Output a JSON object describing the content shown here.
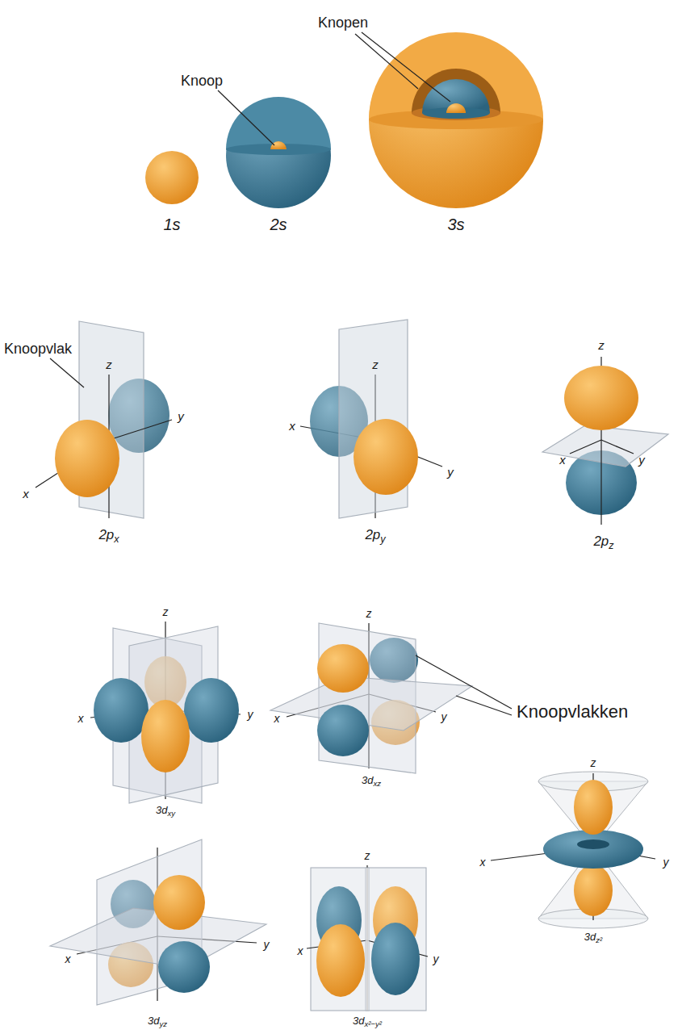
{
  "diagram": {
    "labels": [
      "Knopen",
      "Knoop",
      "1s",
      "2s",
      "3s",
      "Knoopvlak",
      "z",
      "x",
      "y",
      "2px",
      "z",
      "x",
      "y",
      "2py",
      "z",
      "x",
      "y",
      "2pz",
      "z",
      "x",
      "y",
      "3dxy",
      "z",
      "x",
      "y",
      "3dxz",
      "Knoopvlakken",
      "z",
      "x",
      "y",
      "3dz²",
      "x",
      "y",
      "3dyz",
      "z",
      "x",
      "y",
      "3dx²−y²"
    ]
  }
}
